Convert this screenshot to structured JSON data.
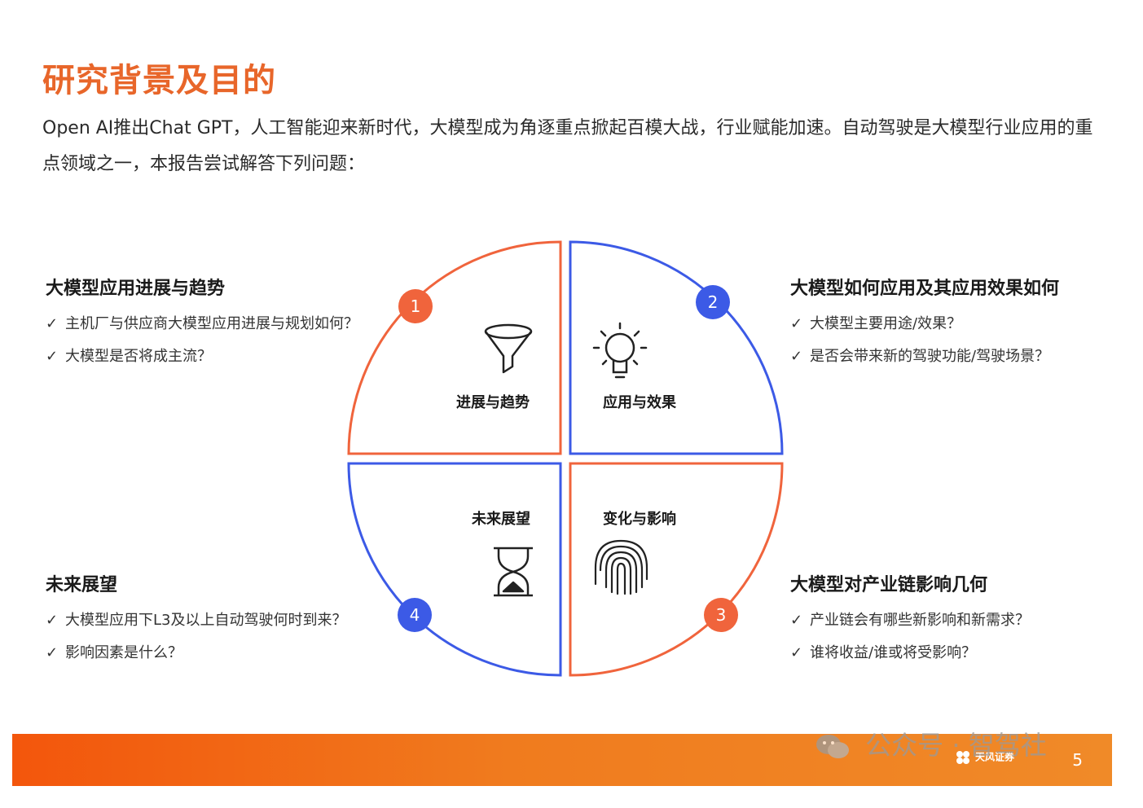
{
  "title": "研究背景及目的",
  "intro": "Open AI推出Chat GPT，人工智能迎来新时代，大模型成为角逐重点掀起百模大战，行业赋能加速。自动驾驶是大模型行业应用的重点领域之一，本报告尝试解答下列问题：",
  "check_mark": "✓",
  "blocks": [
    {
      "heading": "大模型应用进展与趋势",
      "items": [
        "主机厂与供应商大模型应用进展与规划如何？",
        "大模型是否将成主流？"
      ]
    },
    {
      "heading": "大模型如何应用及其应用效果如何",
      "items": [
        "大模型主要用途/效果？",
        "是否会带来新的驾驶功能/驾驶场景？"
      ]
    },
    {
      "heading": "大模型对产业链影响几何",
      "items": [
        "产业链会有哪些新影响和新需求？",
        "谁将收益/谁或将受影响？"
      ]
    },
    {
      "heading": "未来展望",
      "items": [
        "大模型应用下L3及以上自动驾驶何时到来？",
        "影响因素是什么？"
      ]
    }
  ],
  "quadrants": [
    {
      "number": "1",
      "label": "进展与趋势",
      "icon": "funnel-icon",
      "color": "#f0643c"
    },
    {
      "number": "2",
      "label": "应用与效果",
      "icon": "lightbulb-icon",
      "color": "#3c5ae6"
    },
    {
      "number": "3",
      "label": "变化与影响",
      "icon": "fingerprint-icon",
      "color": "#f0643c"
    },
    {
      "number": "4",
      "label": "未来展望",
      "icon": "hourglass-icon",
      "color": "#3c5ae6"
    }
  ],
  "colors": {
    "accent": "#e8662a",
    "orange": "#f0643c",
    "blue": "#3c5ae6"
  },
  "footer": {
    "page_number": "5",
    "brand": "天风证券"
  },
  "watermark": "公众号 · 智驾社"
}
